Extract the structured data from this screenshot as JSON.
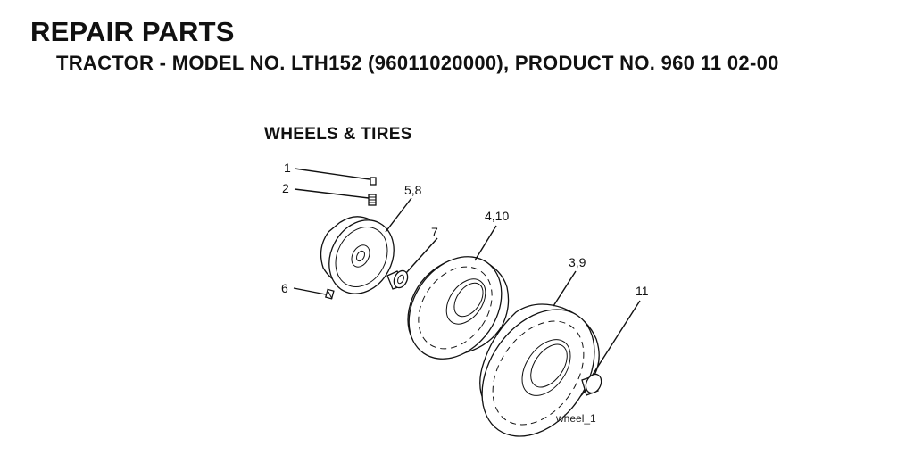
{
  "header": {
    "title": "REPAIR PARTS",
    "subtitle": "TRACTOR - MODEL NO. LTH152 (96011020000), PRODUCT NO. 960 11 02-00"
  },
  "diagram": {
    "section_title": "WHEELS & TIRES",
    "callouts": {
      "part_1": "1",
      "part_2": "2",
      "part_5_8": "5,8",
      "part_7": "7",
      "part_4_10": "4,10",
      "part_6": "6",
      "part_3_9": "3,9",
      "part_11": "11"
    },
    "figure_id": "wheel_1"
  }
}
